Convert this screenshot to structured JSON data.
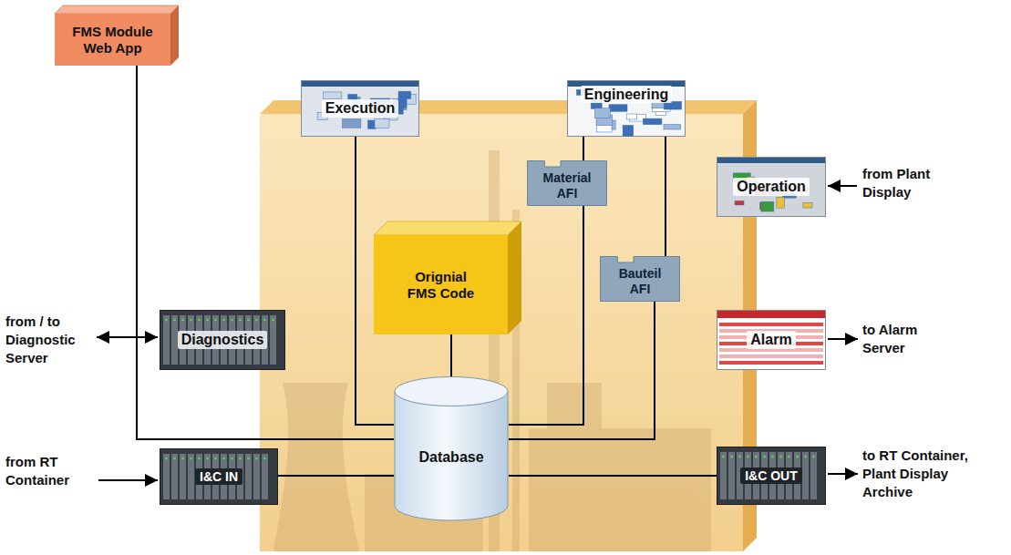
{
  "diagram": {
    "nodes": [
      {
        "text": [
          "FMS Module Web App"
        ]
      },
      {
        "text": [
          "Execution"
        ]
      },
      {
        "text": [
          "Engineering"
        ]
      },
      {
        "text": [
          "Material AFI"
        ]
      },
      {
        "text": [
          "Operation"
        ]
      },
      {
        "text": [
          "Orignial FMS Code"
        ]
      },
      {
        "text": [
          "Bauteil AFI"
        ]
      },
      {
        "text": [
          "Diagnostics"
        ]
      },
      {
        "text": [
          "Alarm"
        ]
      },
      {
        "text": [
          "Database"
        ]
      },
      {
        "text": [
          "I&C IN"
        ]
      },
      {
        "text": [
          "I&C OUT"
        ]
      }
    ],
    "edges": [
      {
        "from": 0,
        "to": 9,
        "arrow": "none"
      },
      {
        "from": 1,
        "to": 9,
        "arrow": "none"
      },
      {
        "from": 2,
        "to": 3,
        "arrow": "none"
      },
      {
        "from": 2,
        "to": 6,
        "arrow": "none"
      },
      {
        "from": 3,
        "to": 9,
        "arrow": "none"
      },
      {
        "from": 6,
        "to": 9,
        "arrow": "none"
      },
      {
        "from": 5,
        "to": 9,
        "arrow": "none"
      },
      {
        "from": 10,
        "to": 9,
        "arrow": "none"
      },
      {
        "from": 9,
        "to": 11,
        "arrow": "none"
      }
    ],
    "labels": [
      "from Plant Display",
      "from / to Diagnostic Server",
      "to Alarm Server",
      "from RT Container",
      "to RT Container, Plant Display Archive"
    ]
  }
}
